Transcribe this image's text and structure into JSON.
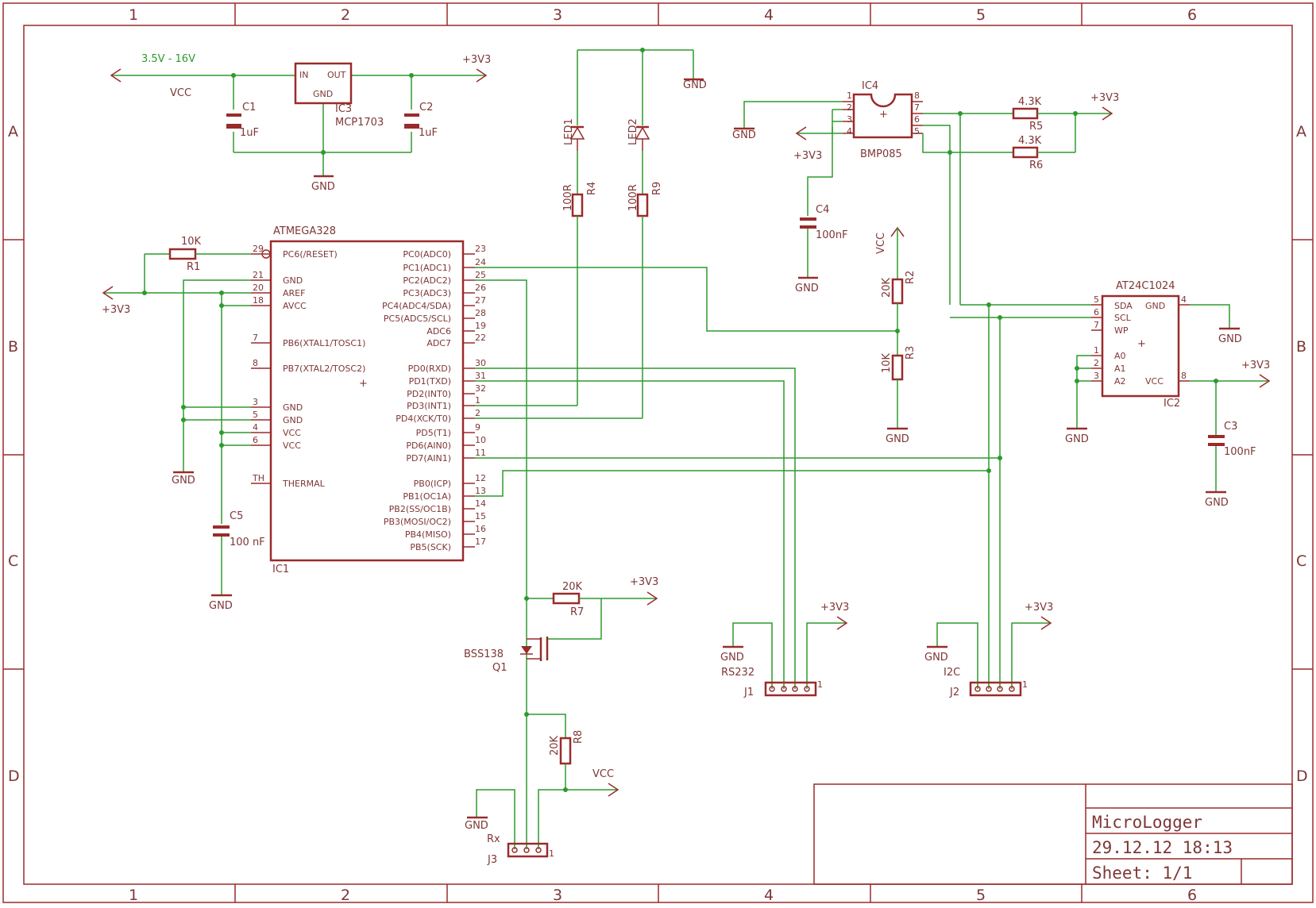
{
  "frame": {
    "columns": [
      "1",
      "2",
      "3",
      "4",
      "5",
      "6"
    ],
    "rows": [
      "A",
      "B",
      "C",
      "D"
    ]
  },
  "title_block": {
    "title": "MicroLogger",
    "date": "29.12.12 18:13",
    "sheet": "Sheet: 1/1"
  },
  "labels": {
    "vin": "3.5V - 16V",
    "vcc": "VCC",
    "v3": "+3V3",
    "gnd": "GND",
    "ic3_name": "IC3",
    "ic3_val": "MCP1703",
    "ic3_in": "IN",
    "ic3_out": "OUT",
    "ic3_gnd": "GND",
    "c1": "C1",
    "c2": "C2",
    "uf": "1uF",
    "led1": "LED1",
    "led2": "LED2",
    "r4": "R4",
    "r9": "R9",
    "r100": "100R",
    "ic4": "IC4",
    "bmp": "BMP085",
    "c4": "C4",
    "c3": "C3",
    "c5": "C5",
    "nf100": "100nF",
    "nf100b": "100 nF",
    "r5": "R5",
    "r6": "R6",
    "k43": "4.3K",
    "r1": "R1",
    "k10": "10K",
    "r2": "R2",
    "k20": "20K",
    "r3": "R3",
    "r7": "R7",
    "r8": "R8",
    "ic1_val": "ATMEGA328",
    "ic1": "IC1",
    "ic2_val": "AT24C1024",
    "ic2": "IC2",
    "sda": "SDA",
    "scl": "SCL",
    "wp": "WP",
    "a0": "A0",
    "a1": "A1",
    "a2": "A2",
    "q1_val": "BSS138",
    "q1": "Q1",
    "j1": "J1",
    "j2": "J2",
    "j3": "J3",
    "rs232": "RS232",
    "i2c": "I2C",
    "rx": "Rx",
    "one": "1",
    "plus": "+",
    "th": "TH"
  },
  "ic1_left": [
    {
      "num": "29",
      "name": "PC6(/RESET)"
    },
    {
      "num": "21",
      "name": "GND"
    },
    {
      "num": "20",
      "name": "AREF"
    },
    {
      "num": "18",
      "name": "AVCC"
    },
    {
      "num": "7",
      "name": "PB6(XTAL1/TOSC1)"
    },
    {
      "num": "8",
      "name": "PB7(XTAL2/TOSC2)"
    },
    {
      "num": "3",
      "name": "GND"
    },
    {
      "num": "5",
      "name": "GND"
    },
    {
      "num": "4",
      "name": "VCC"
    },
    {
      "num": "6",
      "name": "VCC"
    },
    {
      "num": "TH",
      "name": "THERMAL"
    }
  ],
  "ic1_right": [
    {
      "num": "23",
      "name": "PC0(ADC0)"
    },
    {
      "num": "24",
      "name": "PC1(ADC1)"
    },
    {
      "num": "25",
      "name": "PC2(ADC2)"
    },
    {
      "num": "26",
      "name": "PC3(ADC3)"
    },
    {
      "num": "27",
      "name": "PC4(ADC4/SDA)"
    },
    {
      "num": "28",
      "name": "PC5(ADC5/SCL)"
    },
    {
      "num": "19",
      "name": "ADC6"
    },
    {
      "num": "22",
      "name": "ADC7"
    },
    {
      "num": "30",
      "name": "PD0(RXD)"
    },
    {
      "num": "31",
      "name": "PD1(TXD)"
    },
    {
      "num": "32",
      "name": "PD2(INT0)"
    },
    {
      "num": "1",
      "name": "PD3(INT1)"
    },
    {
      "num": "2",
      "name": "PD4(XCK/T0)"
    },
    {
      "num": "9",
      "name": "PD5(T1)"
    },
    {
      "num": "10",
      "name": "PD6(AIN0)"
    },
    {
      "num": "11",
      "name": "PD7(AIN1)"
    },
    {
      "num": "12",
      "name": "PB0(ICP)"
    },
    {
      "num": "13",
      "name": "PB1(OC1A)"
    },
    {
      "num": "14",
      "name": "PB2(SS/OC1B)"
    },
    {
      "num": "15",
      "name": "PB3(MOSI/OC2)"
    },
    {
      "num": "16",
      "name": "PB4(MISO)"
    },
    {
      "num": "17",
      "name": "PB5(SCK)"
    }
  ],
  "ic4_pins": [
    "1",
    "2",
    "3",
    "4",
    "8",
    "7",
    "6",
    "5"
  ],
  "ic2_pins": [
    "5",
    "6",
    "7",
    "1",
    "2",
    "3",
    "4",
    "8"
  ]
}
